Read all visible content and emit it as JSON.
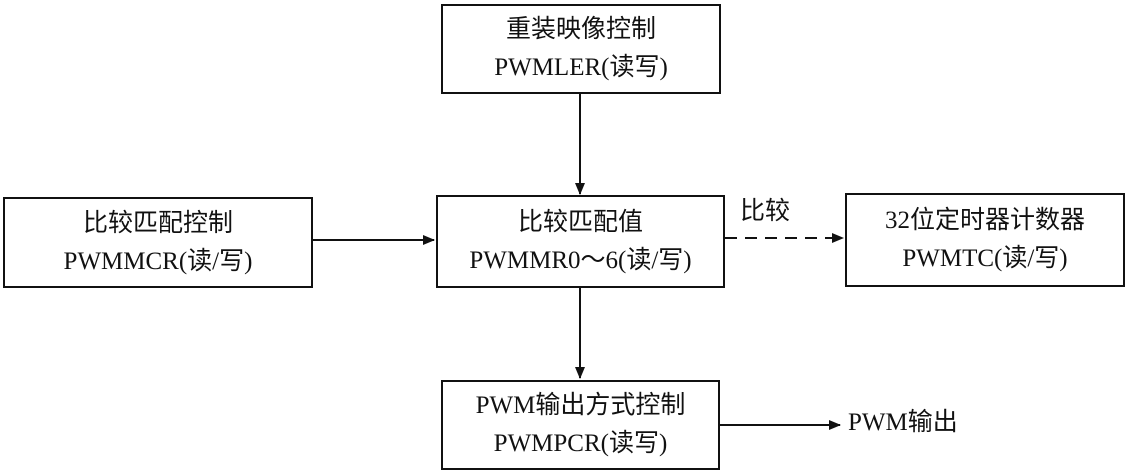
{
  "boxes": {
    "reload_control": {
      "line1": "重装映像控制",
      "line2": "PWMLER(读写)"
    },
    "match_control": {
      "line1": "比较匹配控制",
      "line2": "PWMMCR(读/写)"
    },
    "match_value": {
      "line1": "比较匹配值",
      "line2": "PWMMR0～6(读/写)"
    },
    "timer_counter": {
      "line1": "32位定时器计数器",
      "line2": "PWMTC(读/写)"
    },
    "output_mode_control": {
      "line1": "PWM输出方式控制",
      "line2": "PWMPCR(读写)"
    }
  },
  "labels": {
    "compare": "比较",
    "pwm_output": "PWM输出"
  },
  "colors": {
    "stroke": "#111111",
    "background": "#ffffff"
  }
}
